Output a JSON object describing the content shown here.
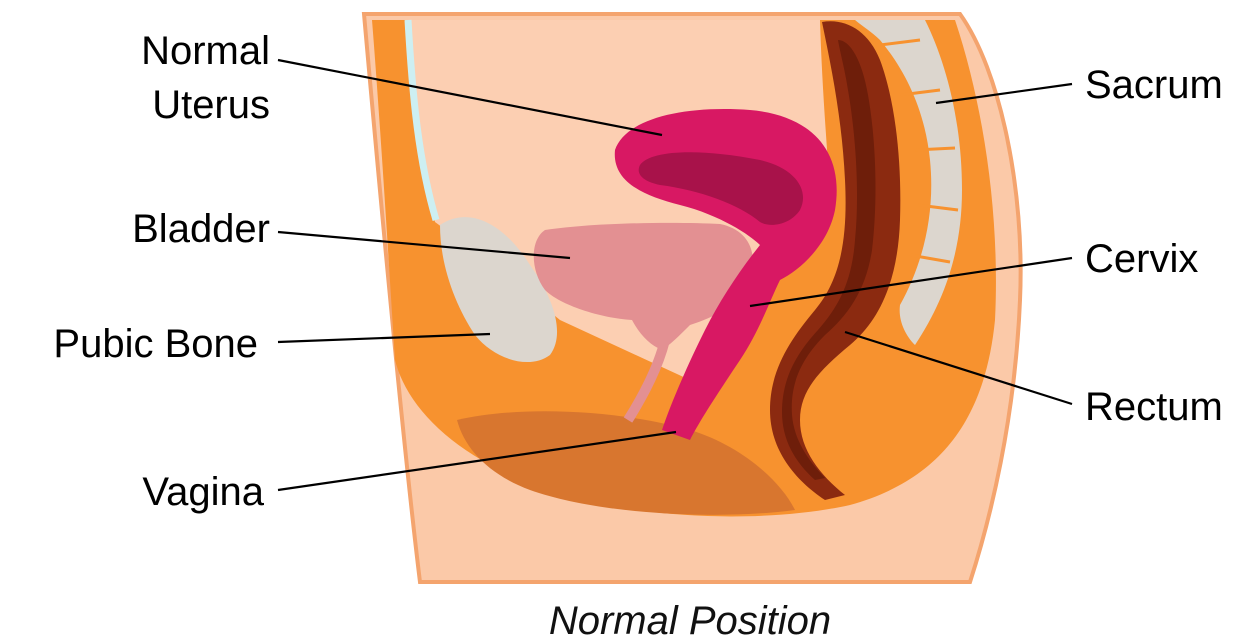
{
  "colors": {
    "skin_outer": "#FBC9A8",
    "skin_border": "#F4A46E",
    "tissue": "#F7922F",
    "cavity": "#FCCFB2",
    "uterus": "#D81863",
    "uterus_inner": "#A8124A",
    "bladder": "#E39092",
    "bone": "#DCD6CE",
    "rectum": "#8B2A10",
    "rectum_inner": "#6E1E0A",
    "perineum": "#D8762F",
    "vessel_cyan": "#CDEFF2"
  },
  "labels": {
    "uterus_line1": "Normal",
    "uterus_line2": "Uterus",
    "bladder": "Bladder",
    "pubic_bone": "Pubic Bone",
    "vagina": "Vagina",
    "sacrum": "Sacrum",
    "cervix": "Cervix",
    "rectum": "Rectum"
  },
  "caption": "Normal Position"
}
